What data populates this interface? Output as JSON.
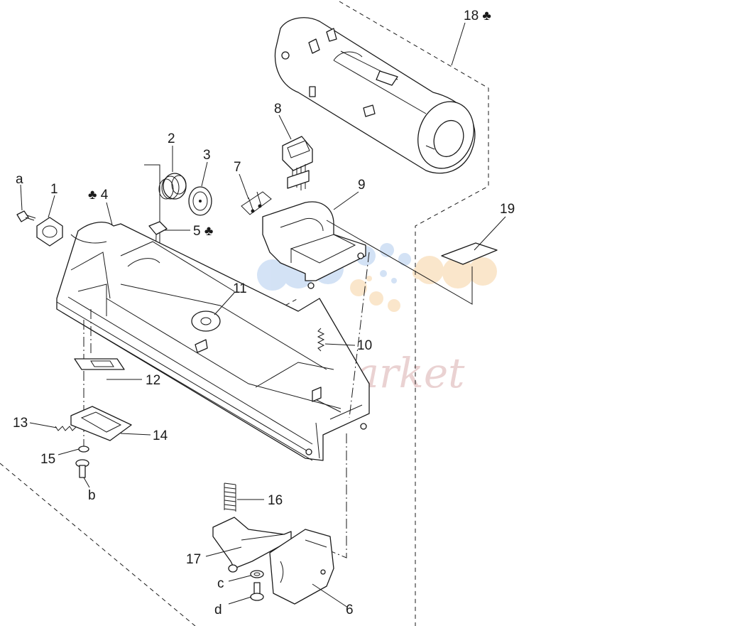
{
  "callouts": {
    "a": "a",
    "n1": "1",
    "n2": "2",
    "n3": "3",
    "n4": "♣ 4",
    "n5": "5 ♣",
    "n6": "6",
    "n7": "7",
    "n8": "8",
    "n9": "9",
    "n10": "10",
    "n11": "11",
    "n12": "12",
    "n13": "13",
    "n14": "14",
    "n15": "15",
    "b": "b",
    "n16": "16",
    "n17": "17",
    "c": "c",
    "d": "d",
    "n18": "18 ♣",
    "n19": "19"
  },
  "watermark": "W-Market",
  "colors": {
    "line": "#1a1a1a",
    "watermark_text": "#c98c8c",
    "dot_blue": "#9fc0ea",
    "dot_orange": "#f6c98e"
  }
}
